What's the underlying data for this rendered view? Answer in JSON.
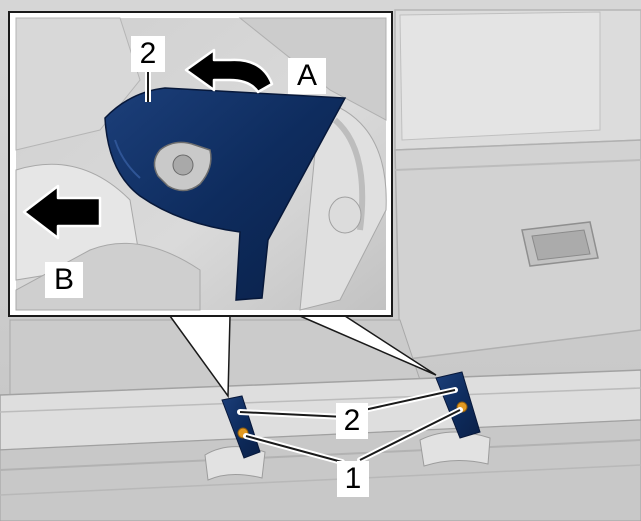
{
  "callouts": {
    "inset_part": "2",
    "inset_arrow_a": "A",
    "inset_arrow_b": "B",
    "part_bracket": "2",
    "part_fastener": "1"
  },
  "colors": {
    "bracket": "#0e2c5e",
    "fastener": "#e39a22",
    "frame": "#1a1a1a",
    "arrow": "#000000",
    "background": "#ffffff"
  },
  "icons": {
    "arrow_a": "curved-arrow-left-icon",
    "arrow_b": "arrow-left-icon"
  }
}
